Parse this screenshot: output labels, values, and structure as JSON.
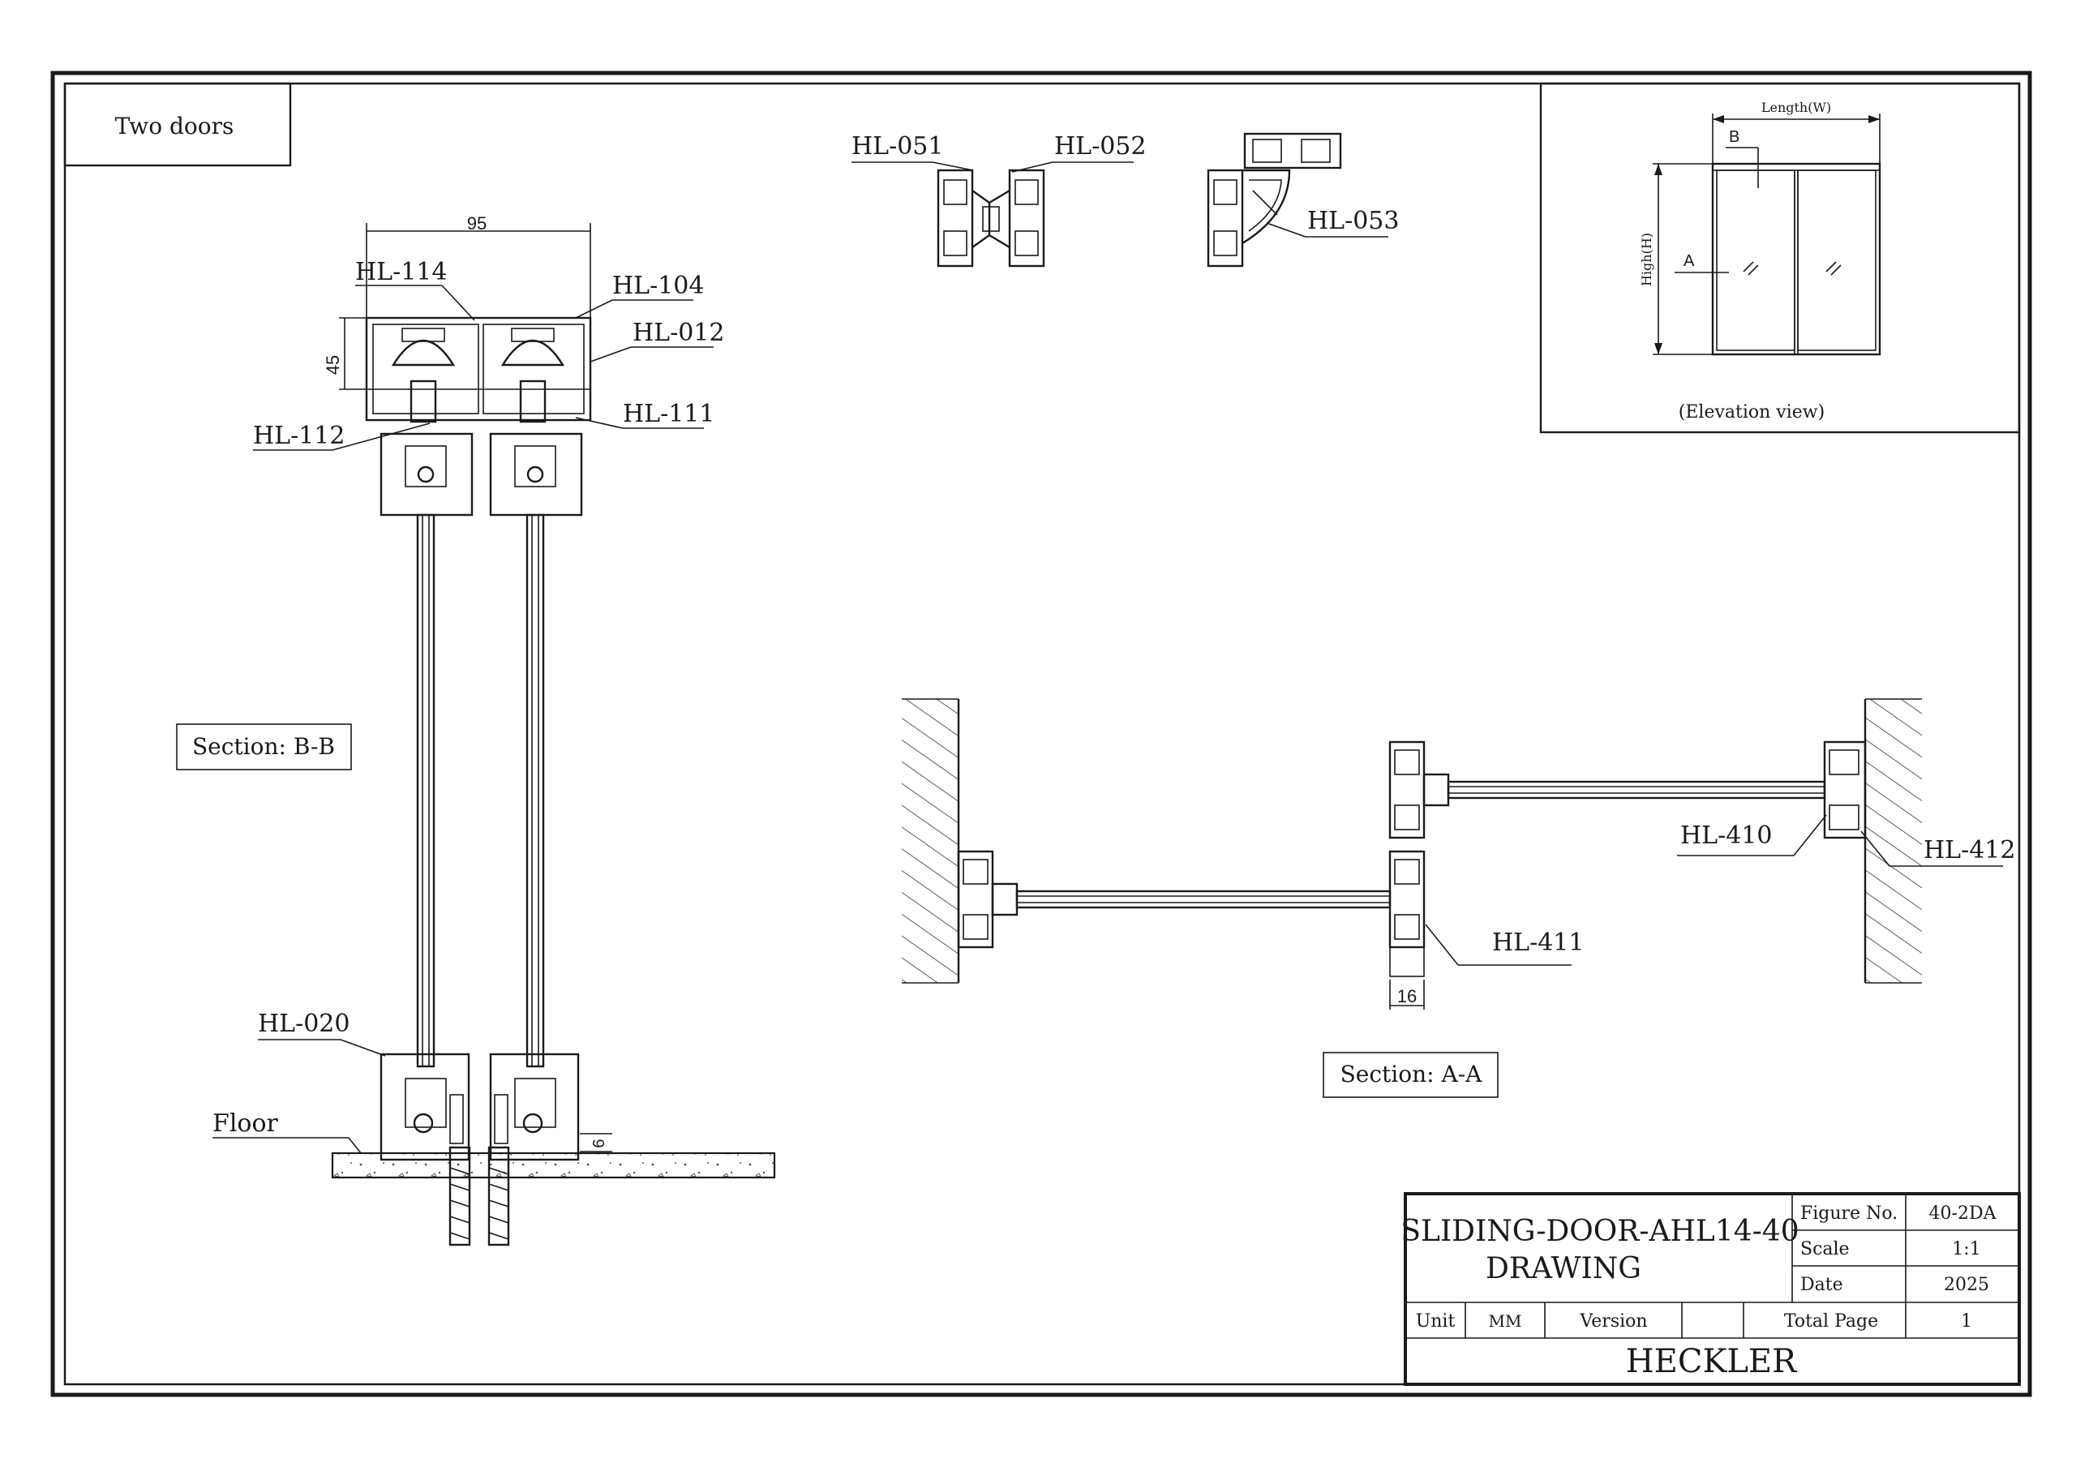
{
  "title_label": "Two doors",
  "section_bb_label": "Section: B-B",
  "section_aa_label": "Section: A-A",
  "elevation_label": "(Elevation view)",
  "elevation": {
    "length_label": "Length(W)",
    "high_label": "High(H)",
    "marker_a": "A",
    "marker_b": "B"
  },
  "dimensions": {
    "width_95": "95",
    "height_45": "45",
    "gap_6": "6",
    "profile_16": "16"
  },
  "floor_label": "Floor",
  "parts": {
    "hl_114": "HL-114",
    "hl_104": "HL-104",
    "hl_012": "HL-012",
    "hl_111": "HL-111",
    "hl_112": "HL-112",
    "hl_020": "HL-020",
    "hl_051": "HL-051",
    "hl_052": "HL-052",
    "hl_053": "HL-053",
    "hl_410": "HL-410",
    "hl_411": "HL-411",
    "hl_412": "HL-412"
  },
  "title_block": {
    "drawing_title_line1": "SLIDING-DOOR-AHL14-40",
    "drawing_title_line2": "DRAWING",
    "figure_no_label": "Figure No.",
    "figure_no_value": "40-2DA",
    "scale_label": "Scale",
    "scale_value": "1:1",
    "date_label": "Date",
    "date_value": "2025",
    "unit_label": "Unit",
    "unit_value": "MM",
    "version_label": "Version",
    "version_value": "",
    "total_page_label": "Total Page",
    "total_page_value": "1",
    "company": "HECKLER"
  }
}
